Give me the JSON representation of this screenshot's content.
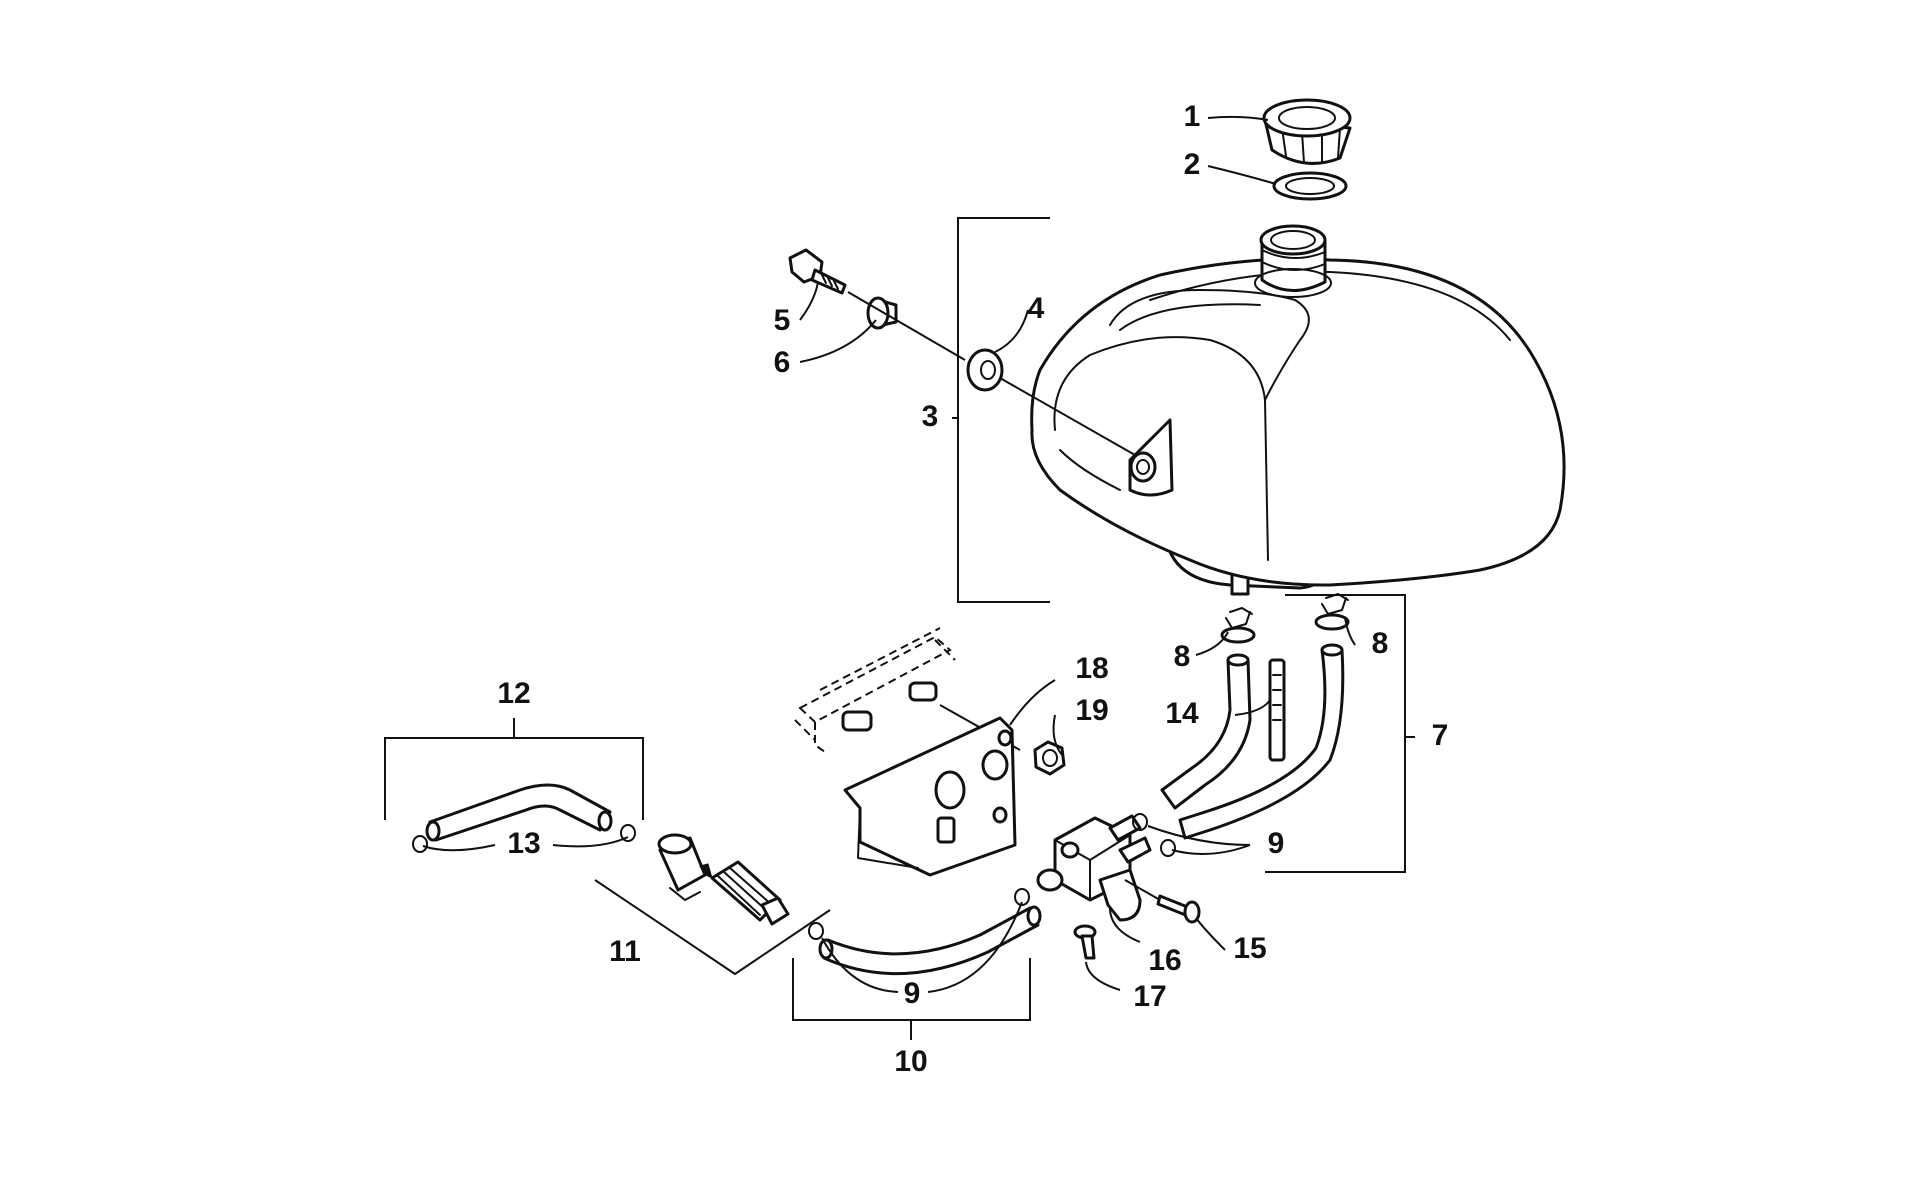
{
  "diagram": {
    "callouts": [
      {
        "id": "c1",
        "label": "1"
      },
      {
        "id": "c2",
        "label": "2"
      },
      {
        "id": "c3",
        "label": "3"
      },
      {
        "id": "c4",
        "label": "4"
      },
      {
        "id": "c5",
        "label": "5"
      },
      {
        "id": "c6",
        "label": "6"
      },
      {
        "id": "c7",
        "label": "7"
      },
      {
        "id": "c8a",
        "label": "8"
      },
      {
        "id": "c8b",
        "label": "8"
      },
      {
        "id": "c9a",
        "label": "9"
      },
      {
        "id": "c9b",
        "label": "9"
      },
      {
        "id": "c10",
        "label": "10"
      },
      {
        "id": "c11",
        "label": "11"
      },
      {
        "id": "c12",
        "label": "12"
      },
      {
        "id": "c13",
        "label": "13"
      },
      {
        "id": "c14",
        "label": "14"
      },
      {
        "id": "c15",
        "label": "15"
      },
      {
        "id": "c16",
        "label": "16"
      },
      {
        "id": "c17",
        "label": "17"
      },
      {
        "id": "c18",
        "label": "18"
      },
      {
        "id": "c19",
        "label": "19"
      }
    ],
    "parts": [
      {
        "id": "fuel-cap-1",
        "icon": "fuel-cap-icon"
      },
      {
        "id": "gasket-2",
        "icon": "gasket-ring-icon"
      },
      {
        "id": "fuel-tank",
        "icon": "fuel-tank-icon"
      },
      {
        "id": "grommet-4",
        "icon": "grommet-icon"
      },
      {
        "id": "bolt-5",
        "icon": "bolt-icon"
      },
      {
        "id": "bushing-6",
        "icon": "bushing-icon"
      },
      {
        "id": "clamp-8",
        "icon": "hose-clamp-icon"
      },
      {
        "id": "hose-clamp-9",
        "icon": "hose-clamp-icon"
      },
      {
        "id": "fuel-hose-10",
        "icon": "fuel-hose-icon"
      },
      {
        "id": "fuel-filter-11",
        "icon": "fuel-filter-icon"
      },
      {
        "id": "fuel-hose-12",
        "icon": "fuel-hose-icon"
      },
      {
        "id": "vent-tube-14",
        "icon": "vent-tube-icon"
      },
      {
        "id": "screw-15",
        "icon": "screw-icon"
      },
      {
        "id": "shutoff-valve-16",
        "icon": "valve-icon"
      },
      {
        "id": "screw-17",
        "icon": "screw-icon"
      },
      {
        "id": "bracket-18",
        "icon": "bracket-icon"
      },
      {
        "id": "nut-19",
        "icon": "nut-icon"
      }
    ]
  }
}
